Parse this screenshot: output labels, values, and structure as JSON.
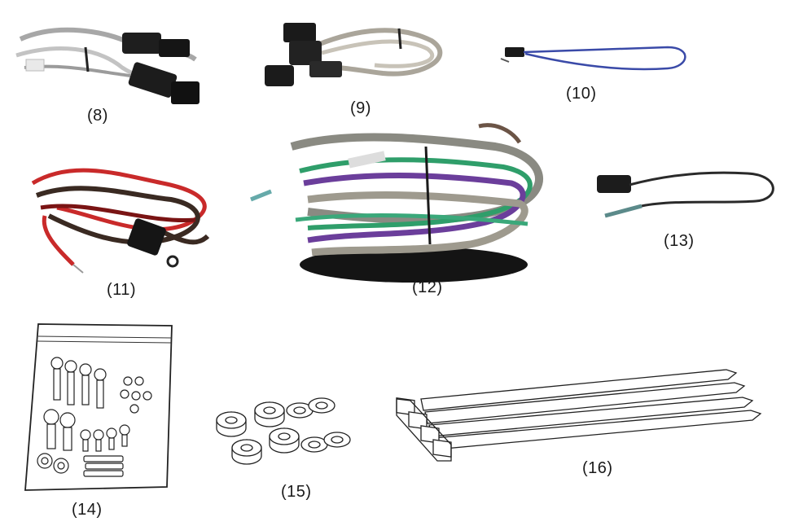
{
  "parts": [
    {
      "id": "8",
      "label": "(8)"
    },
    {
      "id": "9",
      "label": "(9)"
    },
    {
      "id": "10",
      "label": "(10)"
    },
    {
      "id": "11",
      "label": "(11)"
    },
    {
      "id": "12",
      "label": "(12)"
    },
    {
      "id": "13",
      "label": "(13)"
    },
    {
      "id": "14",
      "label": "(14)"
    },
    {
      "id": "15",
      "label": "(15)"
    },
    {
      "id": "16",
      "label": "(16)"
    }
  ]
}
